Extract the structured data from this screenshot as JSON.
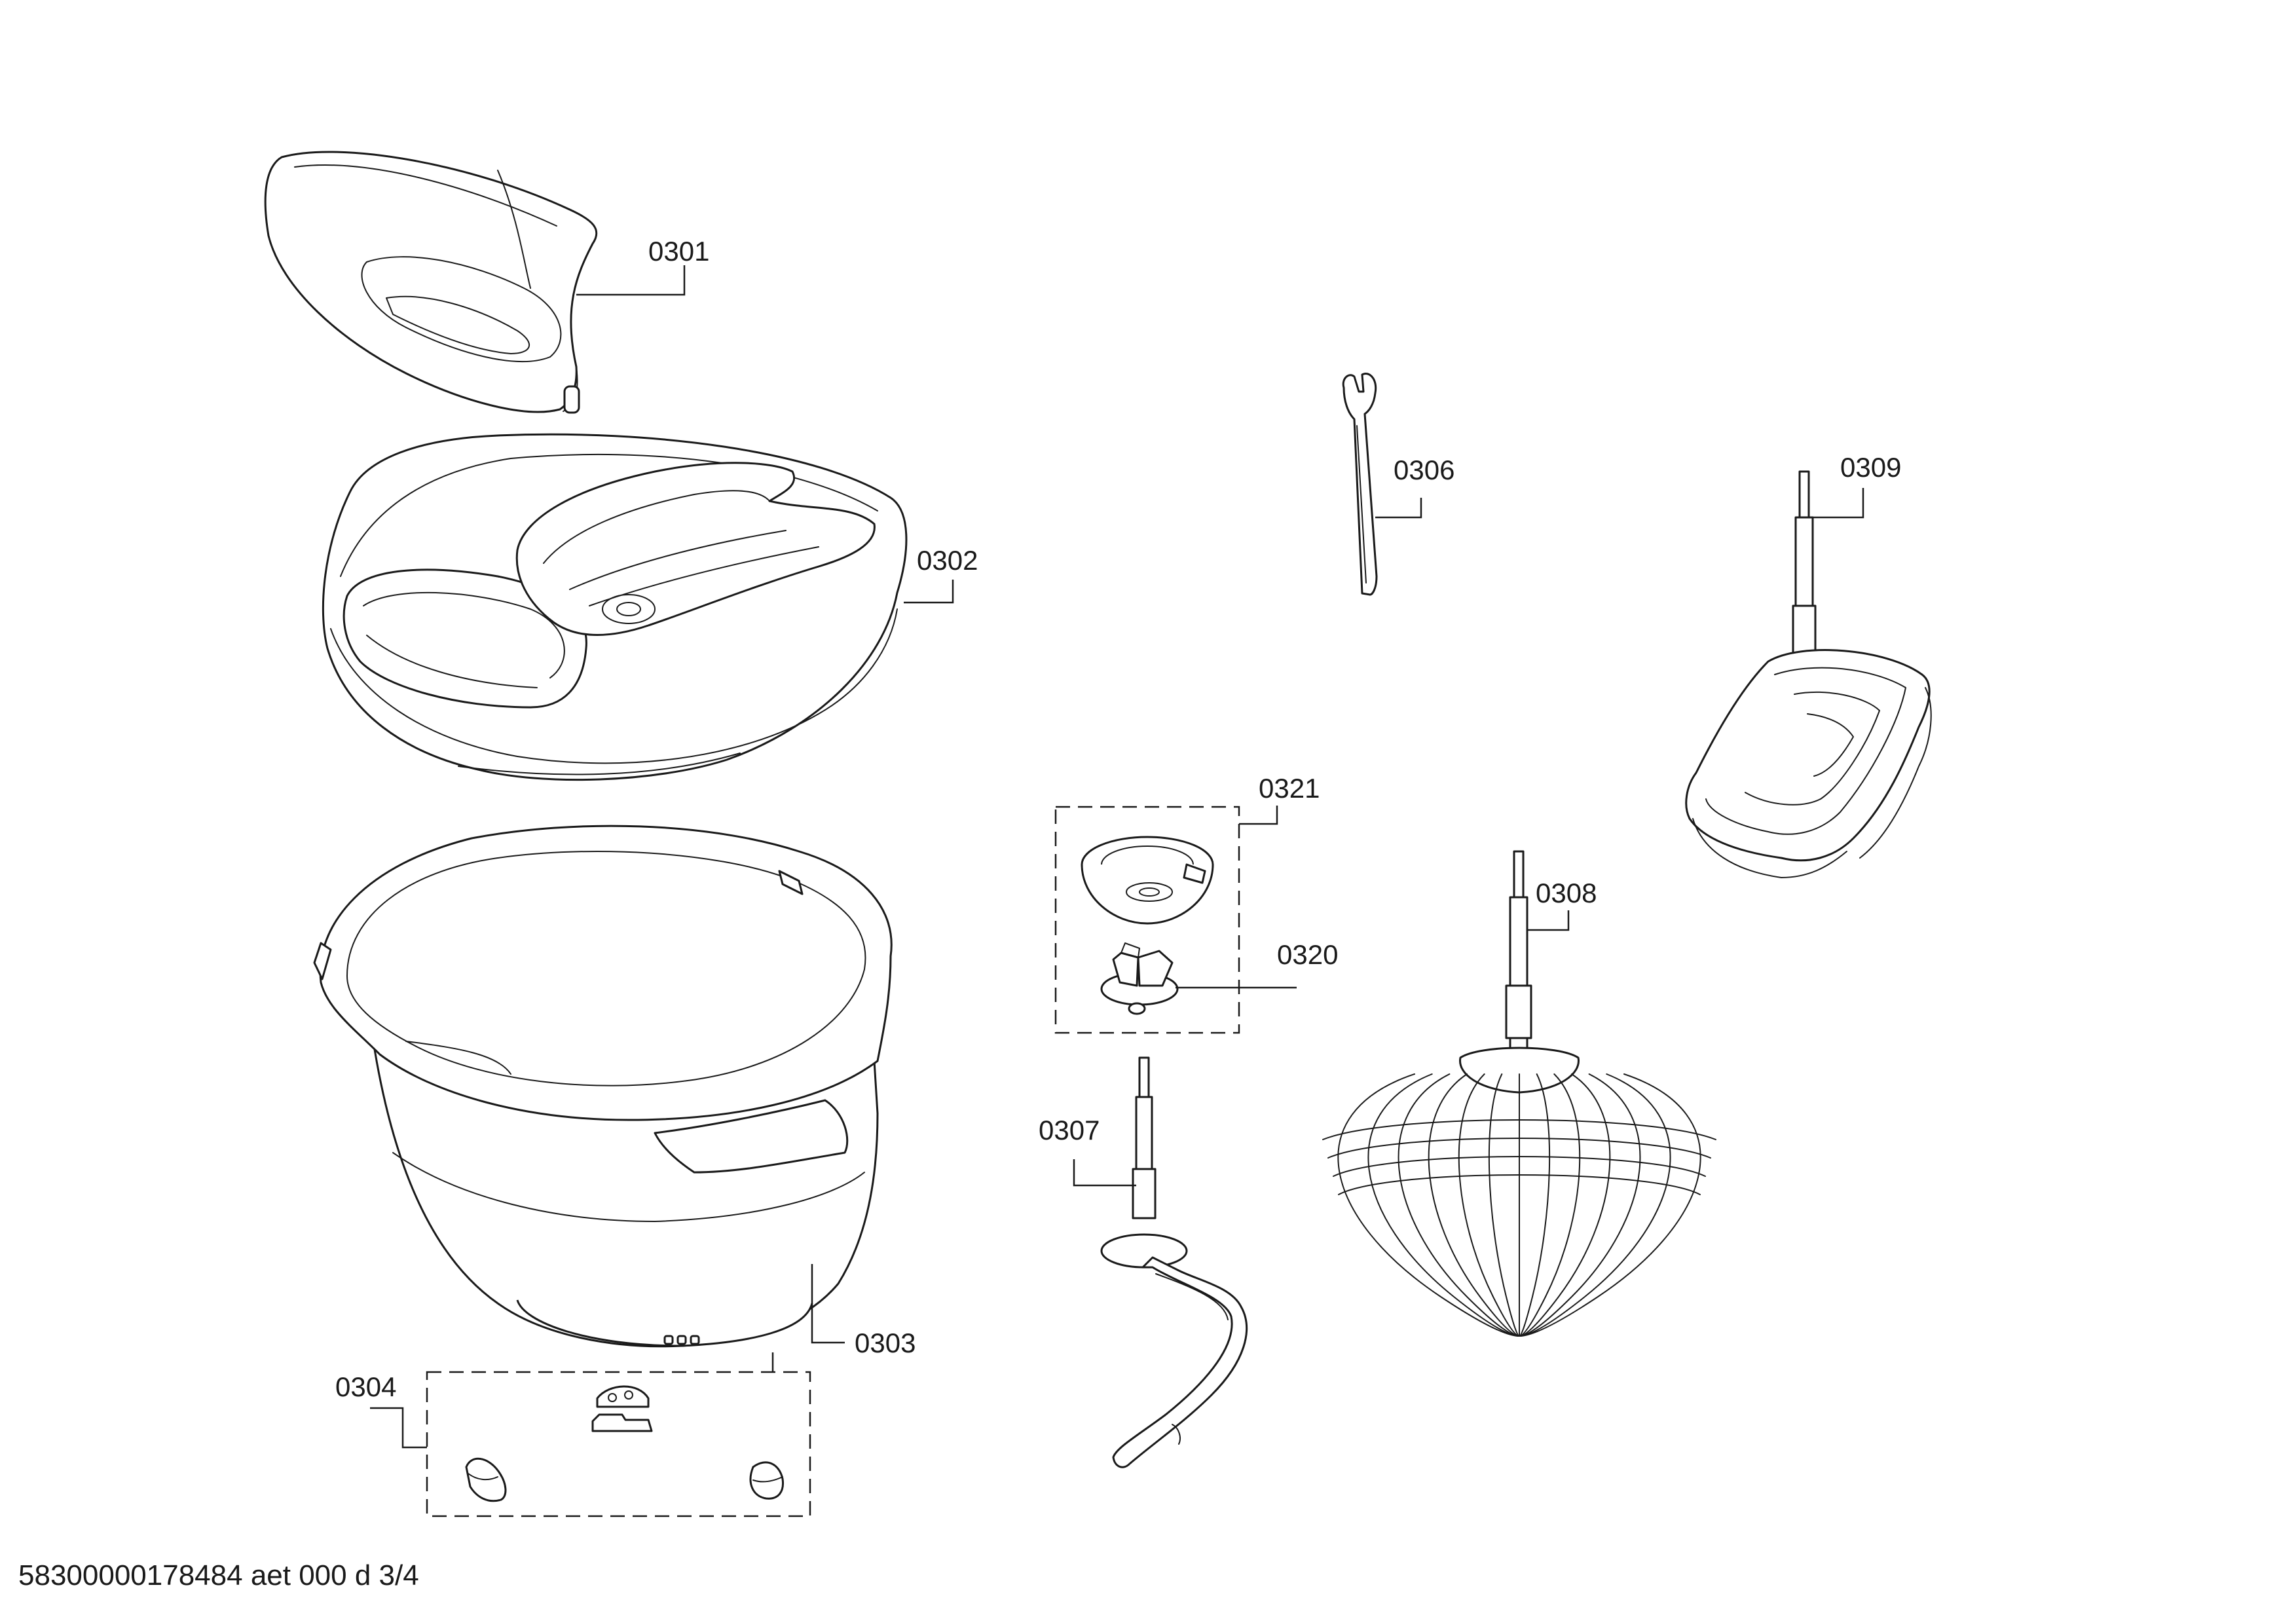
{
  "parts": [
    {
      "id": "0301",
      "name": "funnel"
    },
    {
      "id": "0302",
      "name": "bowl-lid"
    },
    {
      "id": "0303",
      "name": "mixing-bowl"
    },
    {
      "id": "0304",
      "name": "bowl-feet-set"
    },
    {
      "id": "0306",
      "name": "wrench"
    },
    {
      "id": "0307",
      "name": "dough-hook"
    },
    {
      "id": "0308",
      "name": "balloon-whisk"
    },
    {
      "id": "0309",
      "name": "beater"
    },
    {
      "id": "0320",
      "name": "coupling"
    },
    {
      "id": "0321",
      "name": "drive-assembly"
    }
  ],
  "labels": {
    "p0301": "0301",
    "p0302": "0302",
    "p0303": "0303",
    "p0304": "0304",
    "p0306": "0306",
    "p0307": "0307",
    "p0308": "0308",
    "p0309": "0309",
    "p0320": "0320",
    "p0321": "0321"
  },
  "footer": "58300000178484 aet 000 d 3/4",
  "colors": {
    "line": "#1a1a1a",
    "background": "#ffffff"
  }
}
